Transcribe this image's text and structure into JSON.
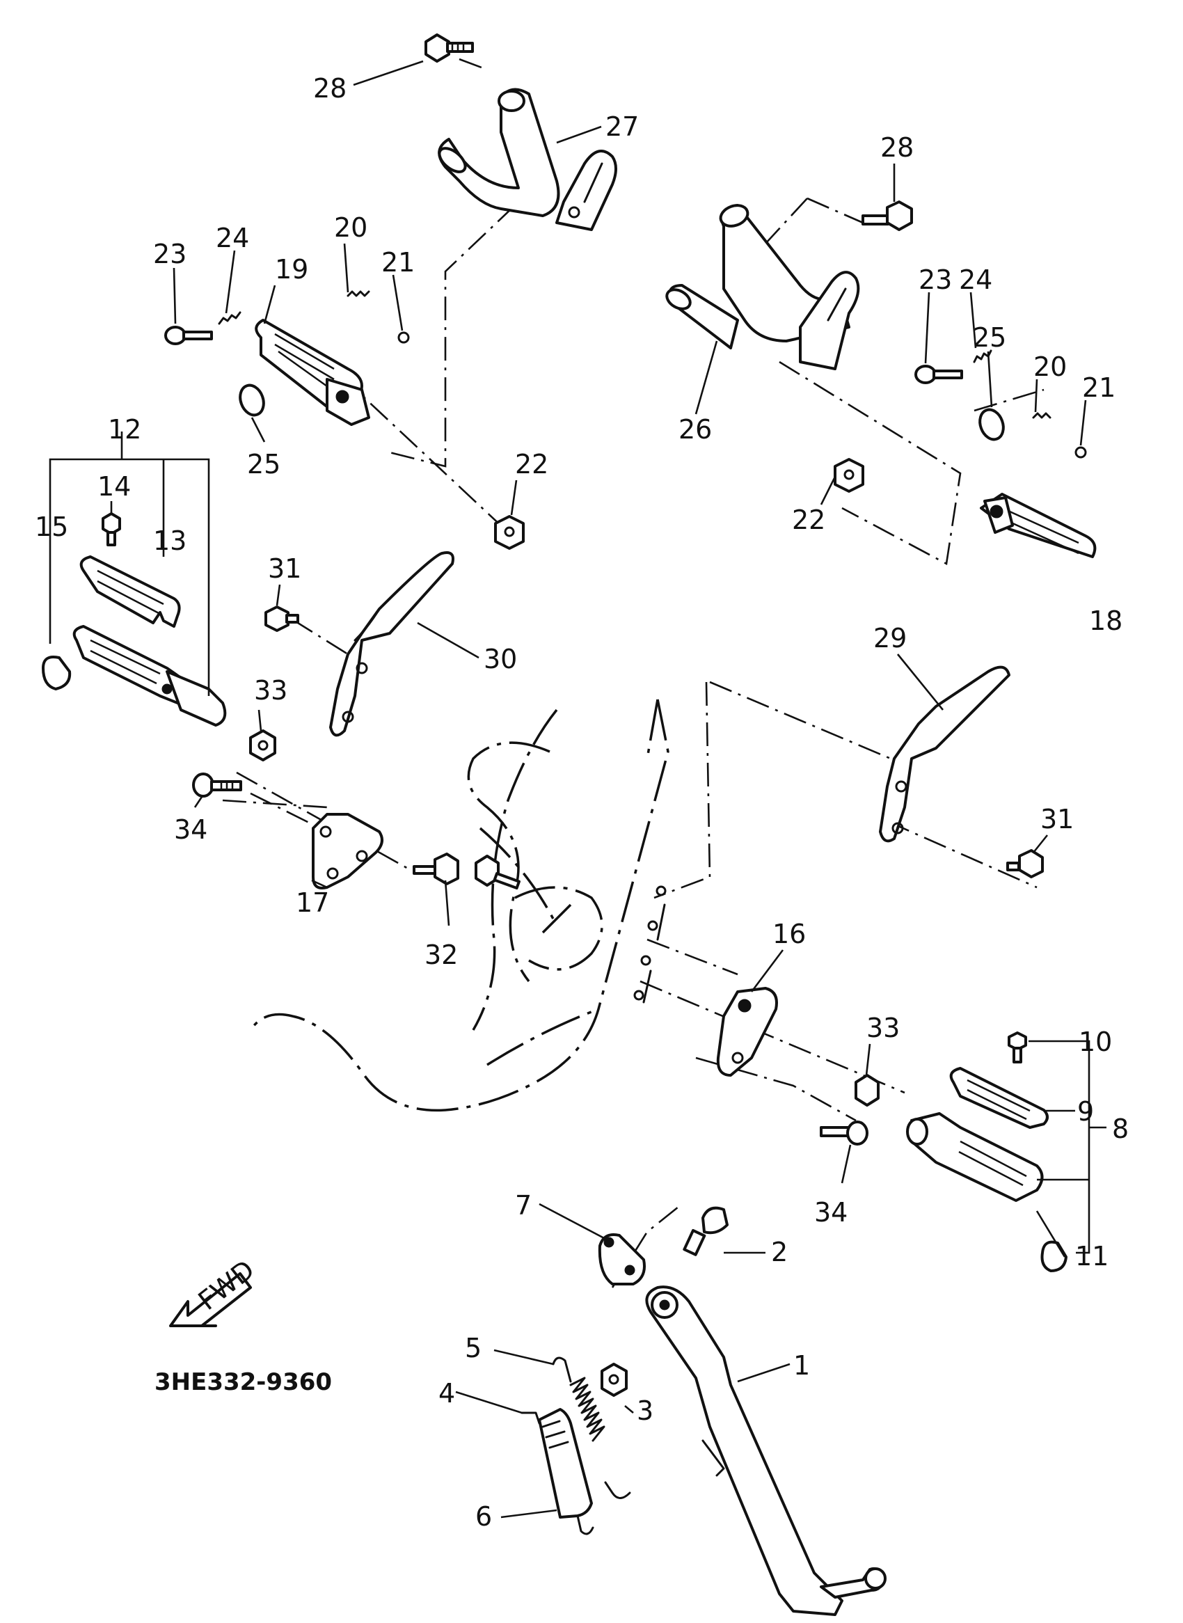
{
  "diagram": {
    "code": "3HE332-9360",
    "fwd_label": "FWD",
    "callouts": [
      {
        "id": "c28a",
        "text": "28"
      },
      {
        "id": "c27",
        "text": "27"
      },
      {
        "id": "c28b",
        "text": "28"
      },
      {
        "id": "c20a",
        "text": "20"
      },
      {
        "id": "c23a",
        "text": "23"
      },
      {
        "id": "c24a",
        "text": "24"
      },
      {
        "id": "c19",
        "text": "19"
      },
      {
        "id": "c21a",
        "text": "21"
      },
      {
        "id": "c23b",
        "text": "23"
      },
      {
        "id": "c24b",
        "text": "24"
      },
      {
        "id": "c25b",
        "text": "25"
      },
      {
        "id": "c20b",
        "text": "20"
      },
      {
        "id": "c21b",
        "text": "21"
      },
      {
        "id": "c26",
        "text": "26"
      },
      {
        "id": "c12",
        "text": "12"
      },
      {
        "id": "c25a",
        "text": "25"
      },
      {
        "id": "c22a",
        "text": "22"
      },
      {
        "id": "c14",
        "text": "14"
      },
      {
        "id": "c22b",
        "text": "22"
      },
      {
        "id": "c15",
        "text": "15"
      },
      {
        "id": "c13",
        "text": "13"
      },
      {
        "id": "c31a",
        "text": "31"
      },
      {
        "id": "c30",
        "text": "30"
      },
      {
        "id": "c18",
        "text": "18"
      },
      {
        "id": "c29",
        "text": "29"
      },
      {
        "id": "c33a",
        "text": "33"
      },
      {
        "id": "c31b",
        "text": "31"
      },
      {
        "id": "c34a",
        "text": "34"
      },
      {
        "id": "c17",
        "text": "17"
      },
      {
        "id": "c32",
        "text": "32"
      },
      {
        "id": "c16",
        "text": "16"
      },
      {
        "id": "c33b",
        "text": "33"
      },
      {
        "id": "c10",
        "text": "10"
      },
      {
        "id": "c9",
        "text": "9"
      },
      {
        "id": "c8",
        "text": "8"
      },
      {
        "id": "c34b",
        "text": "34"
      },
      {
        "id": "c7",
        "text": "7"
      },
      {
        "id": "c2",
        "text": "2"
      },
      {
        "id": "c11",
        "text": "11"
      },
      {
        "id": "c5",
        "text": "5"
      },
      {
        "id": "c4",
        "text": "4"
      },
      {
        "id": "c3",
        "text": "3"
      },
      {
        "id": "c1",
        "text": "1"
      },
      {
        "id": "c6",
        "text": "6"
      }
    ]
  }
}
